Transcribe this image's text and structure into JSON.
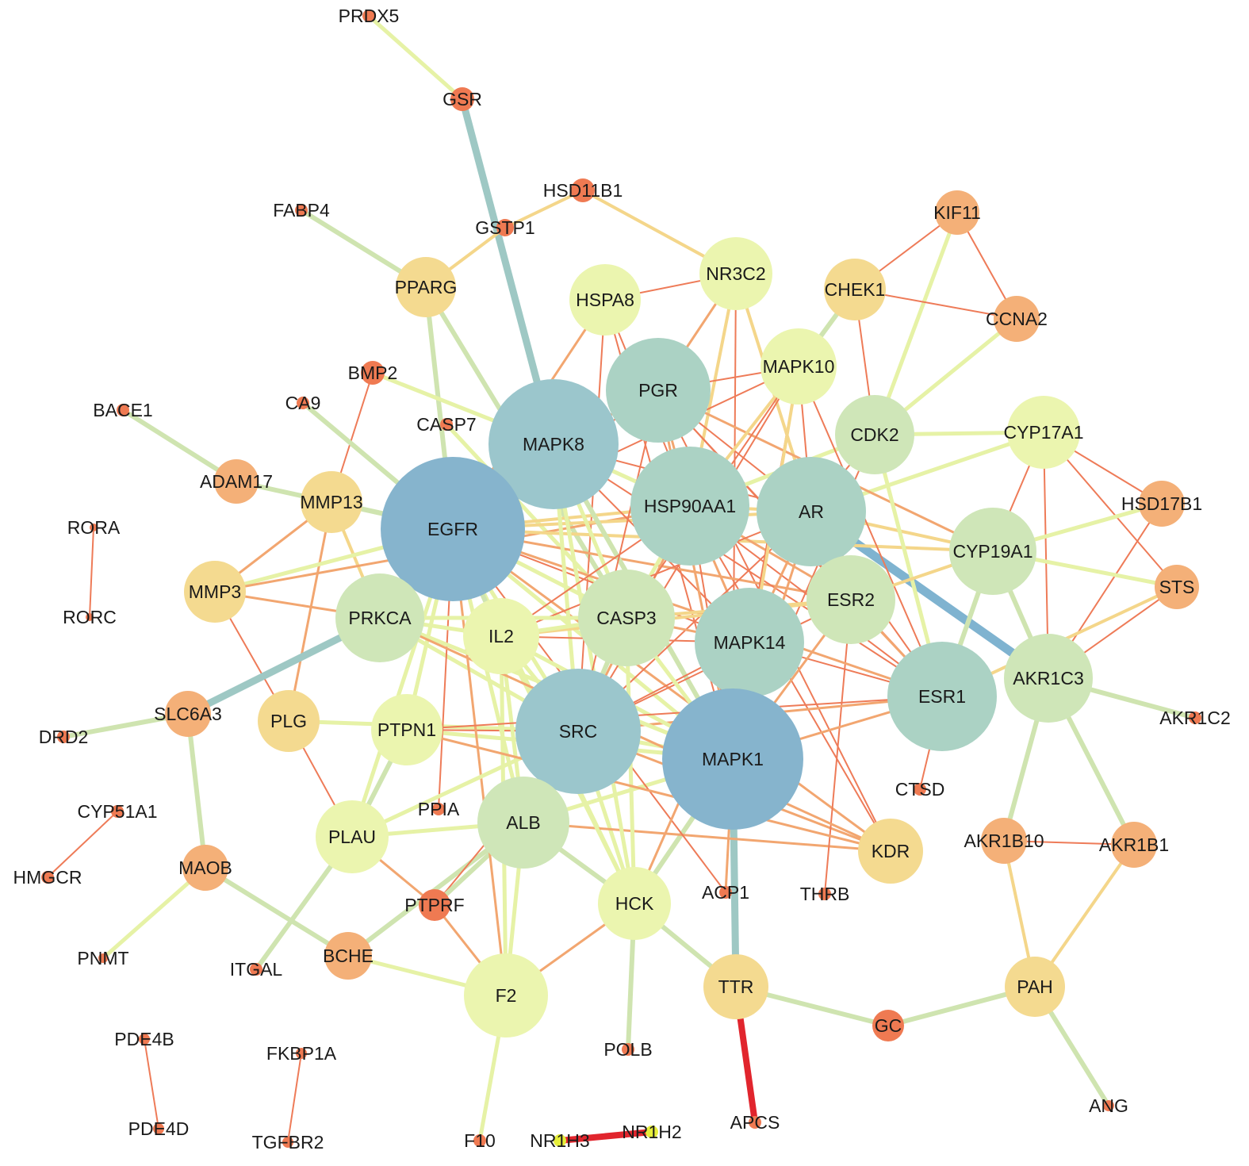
{
  "node_colors": {
    "blue": "#86b4cd",
    "steel": "#9bc6cc",
    "teal": "#abd2c4",
    "green": "#cfe6b8",
    "lime": "#ebf5af",
    "sand": "#f4da90",
    "orange": "#f4b078",
    "red": "#ef7a52",
    "yellow": "#e6ee3a"
  },
  "edge_colors": {
    "teal": "#9ec8c4",
    "blue": "#7fb3d0",
    "green": "#cfe4b0",
    "lime": "#e6f2a6",
    "yellow": "#f4d68a",
    "orange": "#f2a670",
    "red": "#ee7b58",
    "crimson": "#e1252d"
  },
  "nodes": [
    {
      "label": "PRDX5",
      "color": "red"
    },
    {
      "label": "GSR",
      "color": "red"
    },
    {
      "label": "HSD11B1",
      "color": "red"
    },
    {
      "label": "FABP4",
      "color": "red"
    },
    {
      "label": "GSTP1",
      "color": "red"
    },
    {
      "label": "KIF11",
      "color": "orange"
    },
    {
      "label": "PPARG",
      "color": "sand"
    },
    {
      "label": "NR3C2",
      "color": "lime"
    },
    {
      "label": "HSPA8",
      "color": "lime"
    },
    {
      "label": "CHEK1",
      "color": "sand"
    },
    {
      "label": "CCNA2",
      "color": "orange"
    },
    {
      "label": "BMP2",
      "color": "red"
    },
    {
      "label": "MAPK10",
      "color": "lime"
    },
    {
      "label": "PGR",
      "color": "teal"
    },
    {
      "label": "BACE1",
      "color": "red"
    },
    {
      "label": "CA9",
      "color": "red"
    },
    {
      "label": "CASP7",
      "color": "red"
    },
    {
      "label": "CDK2",
      "color": "green"
    },
    {
      "label": "CYP17A1",
      "color": "lime"
    },
    {
      "label": "MAPK8",
      "color": "steel"
    },
    {
      "label": "ADAM17",
      "color": "orange"
    },
    {
      "label": "MMP13",
      "color": "sand"
    },
    {
      "label": "EGFR",
      "color": "blue"
    },
    {
      "label": "HSP90AA1",
      "color": "teal"
    },
    {
      "label": "AR",
      "color": "teal"
    },
    {
      "label": "HSD17B1",
      "color": "orange"
    },
    {
      "label": "RORA",
      "color": "red"
    },
    {
      "label": "CYP19A1",
      "color": "green"
    },
    {
      "label": "MMP3",
      "color": "sand"
    },
    {
      "label": "STS",
      "color": "orange"
    },
    {
      "label": "ESR2",
      "color": "green"
    },
    {
      "label": "PRKCA",
      "color": "green"
    },
    {
      "label": "IL2",
      "color": "lime"
    },
    {
      "label": "CASP3",
      "color": "green"
    },
    {
      "label": "RORC",
      "color": "red"
    },
    {
      "label": "MAPK14",
      "color": "teal"
    },
    {
      "label": "AKR1C3",
      "color": "green"
    },
    {
      "label": "ESR1",
      "color": "teal"
    },
    {
      "label": "SLC6A3",
      "color": "orange"
    },
    {
      "label": "PLG",
      "color": "sand"
    },
    {
      "label": "PTPN1",
      "color": "lime"
    },
    {
      "label": "SRC",
      "color": "steel"
    },
    {
      "label": "AKR1C2",
      "color": "red"
    },
    {
      "label": "DRD2",
      "color": "red"
    },
    {
      "label": "MAPK1",
      "color": "blue"
    },
    {
      "label": "CTSD",
      "color": "red"
    },
    {
      "label": "CYP51A1",
      "color": "red"
    },
    {
      "label": "PPIA",
      "color": "red"
    },
    {
      "label": "ALB",
      "color": "green"
    },
    {
      "label": "PLAU",
      "color": "lime"
    },
    {
      "label": "KDR",
      "color": "sand"
    },
    {
      "label": "AKR1B10",
      "color": "orange"
    },
    {
      "label": "AKR1B1",
      "color": "orange"
    },
    {
      "label": "HMGCR",
      "color": "red"
    },
    {
      "label": "MAOB",
      "color": "orange"
    },
    {
      "label": "ACP1",
      "color": "red"
    },
    {
      "label": "THRB",
      "color": "red"
    },
    {
      "label": "PTPRF",
      "color": "red"
    },
    {
      "label": "HCK",
      "color": "lime"
    },
    {
      "label": "BCHE",
      "color": "orange"
    },
    {
      "label": "PNMT",
      "color": "red"
    },
    {
      "label": "ITGAL",
      "color": "red"
    },
    {
      "label": "TTR",
      "color": "sand"
    },
    {
      "label": "PAH",
      "color": "sand"
    },
    {
      "label": "F2",
      "color": "lime"
    },
    {
      "label": "GC",
      "color": "red"
    },
    {
      "label": "PDE4B",
      "color": "red"
    },
    {
      "label": "FKBP1A",
      "color": "red"
    },
    {
      "label": "POLB",
      "color": "red"
    },
    {
      "label": "APCS",
      "color": "red"
    },
    {
      "label": "PDE4D",
      "color": "red"
    },
    {
      "label": "TGFBR2",
      "color": "red"
    },
    {
      "label": "F10",
      "color": "red"
    },
    {
      "label": "NR1H3",
      "color": "yellow"
    },
    {
      "label": "NR1H2",
      "color": "yellow"
    },
    {
      "label": "ANG",
      "color": "red"
    }
  ],
  "edges": [
    [
      "PRDX5",
      "GSR",
      "lime"
    ],
    [
      "GSR",
      "MAPK8",
      "teal"
    ],
    [
      "GSTP1",
      "PPARG",
      "yellow"
    ],
    [
      "GSTP1",
      "HSD11B1",
      "yellow"
    ],
    [
      "HSD11B1",
      "NR3C2",
      "yellow"
    ],
    [
      "FABP4",
      "PPARG",
      "green"
    ],
    [
      "PPARG",
      "EGFR",
      "green"
    ],
    [
      "PPARG",
      "CASP3",
      "green"
    ],
    [
      "HSPA8",
      "NR3C2",
      "red"
    ],
    [
      "HSPA8",
      "HSP90AA1",
      "red"
    ],
    [
      "HSPA8",
      "EGFR",
      "orange"
    ],
    [
      "HSPA8",
      "MAPK1",
      "red"
    ],
    [
      "HSPA8",
      "SRC",
      "red"
    ],
    [
      "NR3C2",
      "PGR",
      "orange"
    ],
    [
      "NR3C2",
      "AR",
      "yellow"
    ],
    [
      "NR3C2",
      "HSP90AA1",
      "yellow"
    ],
    [
      "NR3C2",
      "MAPK1",
      "red"
    ],
    [
      "KIF11",
      "CHEK1",
      "red"
    ],
    [
      "KIF11",
      "CCNA2",
      "red"
    ],
    [
      "KIF11",
      "CDK2",
      "lime"
    ],
    [
      "CHEK1",
      "CCNA2",
      "red"
    ],
    [
      "CHEK1",
      "CDK2",
      "red"
    ],
    [
      "CHEK1",
      "MAPK10",
      "green"
    ],
    [
      "CCNA2",
      "CDK2",
      "lime"
    ],
    [
      "BMP2",
      "MMP13",
      "red"
    ],
    [
      "BMP2",
      "MAPK8",
      "lime"
    ],
    [
      "BACE1",
      "ADAM17",
      "green"
    ],
    [
      "CA9",
      "EGFR",
      "green"
    ],
    [
      "CASP7",
      "CASP3",
      "lime"
    ],
    [
      "ADAM17",
      "EGFR",
      "green"
    ],
    [
      "MMP13",
      "EGFR",
      "green"
    ],
    [
      "MMP13",
      "MMP3",
      "orange"
    ],
    [
      "MMP13",
      "PLG",
      "orange"
    ],
    [
      "MMP13",
      "PRKCA",
      "yellow"
    ],
    [
      "MMP3",
      "EGFR",
      "lime"
    ],
    [
      "MMP3",
      "PRKCA",
      "orange"
    ],
    [
      "MMP3",
      "PLG",
      "red"
    ],
    [
      "MMP3",
      "HSP90AA1",
      "orange"
    ],
    [
      "PRKCA",
      "SLC6A3",
      "teal"
    ],
    [
      "PRKCA",
      "EGFR",
      "green"
    ],
    [
      "PRKCA",
      "SRC",
      "lime"
    ],
    [
      "PRKCA",
      "MAPK1",
      "lime"
    ],
    [
      "PRKCA",
      "MAPK8",
      "lime"
    ],
    [
      "SLC6A3",
      "DRD2",
      "green"
    ],
    [
      "SLC6A3",
      "MAOB",
      "green"
    ],
    [
      "MAOB",
      "PNMT",
      "lime"
    ],
    [
      "MAOB",
      "BCHE",
      "green"
    ],
    [
      "BCHE",
      "ALB",
      "green"
    ],
    [
      "BCHE",
      "F2",
      "lime"
    ],
    [
      "PLG",
      "PLAU",
      "red"
    ],
    [
      "PLG",
      "SRC",
      "lime"
    ],
    [
      "PLAU",
      "ITGAL",
      "green"
    ],
    [
      "PLAU",
      "PTPRF",
      "orange"
    ],
    [
      "PLAU",
      "EGFR",
      "lime"
    ],
    [
      "PLAU",
      "ALB",
      "lime"
    ],
    [
      "PTPN1",
      "SRC",
      "red"
    ],
    [
      "PTPN1",
      "EGFR",
      "lime"
    ],
    [
      "PTPN1",
      "PLAU",
      "green"
    ],
    [
      "PTPN1",
      "MAPK1",
      "lime"
    ],
    [
      "PPIA",
      "EGFR",
      "red"
    ],
    [
      "PTPRF",
      "SRC",
      "red"
    ],
    [
      "PTPRF",
      "F2",
      "orange"
    ],
    [
      "PTPRF",
      "ALB",
      "green"
    ],
    [
      "CYP51A1",
      "HMGCR",
      "red"
    ],
    [
      "RORA",
      "RORC",
      "red"
    ],
    [
      "PDE4B",
      "PDE4D",
      "red"
    ],
    [
      "FKBP1A",
      "TGFBR2",
      "red"
    ],
    [
      "NR1H3",
      "NR1H2",
      "crimson"
    ],
    [
      "TTR",
      "APCS",
      "crimson"
    ],
    [
      "TTR",
      "MAPK1",
      "teal"
    ],
    [
      "TTR",
      "GC",
      "green"
    ],
    [
      "GC",
      "PAH",
      "green"
    ],
    [
      "PAH",
      "AKR1B10",
      "yellow"
    ],
    [
      "PAH",
      "AKR1B1",
      "yellow"
    ],
    [
      "PAH",
      "ANG",
      "green"
    ],
    [
      "AKR1B10",
      "AKR1B1",
      "red"
    ],
    [
      "AKR1B10",
      "AKR1C3",
      "green"
    ],
    [
      "AKR1B1",
      "AKR1C3",
      "green"
    ],
    [
      "AKR1C3",
      "AKR1C2",
      "green"
    ],
    [
      "AKR1C3",
      "CYP17A1",
      "red"
    ],
    [
      "AKR1C3",
      "HSD17B1",
      "red"
    ],
    [
      "AKR1C3",
      "STS",
      "red"
    ],
    [
      "AKR1C3",
      "CYP19A1",
      "green"
    ],
    [
      "AKR1C3",
      "AR",
      "blue"
    ],
    [
      "CYP17A1",
      "HSD17B1",
      "red"
    ],
    [
      "CYP17A1",
      "STS",
      "red"
    ],
    [
      "CYP17A1",
      "CYP19A1",
      "red"
    ],
    [
      "CYP17A1",
      "AR",
      "lime"
    ],
    [
      "HSD17B1",
      "CYP19A1",
      "lime"
    ],
    [
      "STS",
      "CYP19A1",
      "lime"
    ],
    [
      "STS",
      "ESR1",
      "yellow"
    ],
    [
      "ESR1",
      "CTSD",
      "red"
    ],
    [
      "F2",
      "F10",
      "lime"
    ],
    [
      "F2",
      "HCK",
      "orange"
    ],
    [
      "F2",
      "ALB",
      "lime"
    ],
    [
      "F2",
      "EGFR",
      "orange"
    ],
    [
      "HCK",
      "POLB",
      "green"
    ],
    [
      "HCK",
      "SRC",
      "lime"
    ],
    [
      "HCK",
      "TTR",
      "green"
    ],
    [
      "HCK",
      "ALB",
      "green"
    ],
    [
      "HCK",
      "EGFR",
      "lime"
    ],
    [
      "HCK",
      "MAPK1",
      "green"
    ],
    [
      "ALB",
      "KDR",
      "orange"
    ],
    [
      "ALB",
      "MAPK1",
      "lime"
    ],
    [
      "ALB",
      "EGFR",
      "lime"
    ],
    [
      "ALB",
      "IL2",
      "lime"
    ],
    [
      "KDR",
      "EGFR",
      "orange"
    ],
    [
      "KDR",
      "HSP90AA1",
      "red"
    ],
    [
      "KDR",
      "SRC",
      "orange"
    ],
    [
      "KDR",
      "PGR",
      "red"
    ],
    [
      "THRB",
      "ESR2",
      "red"
    ],
    [
      "ACP1",
      "MAPK1",
      "orange"
    ],
    [
      "ACP1",
      "EGFR",
      "red"
    ],
    [
      "EGFR",
      "MAPK8",
      "green"
    ],
    [
      "EGFR",
      "HSP90AA1",
      "yellow"
    ],
    [
      "EGFR",
      "PGR",
      "red"
    ],
    [
      "EGFR",
      "AR",
      "yellow"
    ],
    [
      "EGFR",
      "ESR1",
      "orange"
    ],
    [
      "EGFR",
      "ESR2",
      "orange"
    ],
    [
      "EGFR",
      "MAPK14",
      "red"
    ],
    [
      "EGFR",
      "MAPK1",
      "lime"
    ],
    [
      "EGFR",
      "SRC",
      "lime"
    ],
    [
      "EGFR",
      "CASP3",
      "lime"
    ],
    [
      "EGFR",
      "IL2",
      "green"
    ],
    [
      "EGFR",
      "CYP19A1",
      "yellow"
    ],
    [
      "EGFR",
      "MAPK10",
      "red"
    ],
    [
      "MAPK8",
      "PGR",
      "orange"
    ],
    [
      "MAPK8",
      "HSP90AA1",
      "lime"
    ],
    [
      "MAPK8",
      "AR",
      "red"
    ],
    [
      "MAPK8",
      "MAPK14",
      "red"
    ],
    [
      "MAPK8",
      "MAPK1",
      "green"
    ],
    [
      "MAPK8",
      "SRC",
      "lime"
    ],
    [
      "MAPK8",
      "CASP3",
      "lime"
    ],
    [
      "MAPK8",
      "ESR1",
      "red"
    ],
    [
      "MAPK8",
      "HCK",
      "lime"
    ],
    [
      "PGR",
      "HSP90AA1",
      "orange"
    ],
    [
      "PGR",
      "AR",
      "red"
    ],
    [
      "PGR",
      "ESR1",
      "red"
    ],
    [
      "PGR",
      "ESR2",
      "red"
    ],
    [
      "PGR",
      "MAPK10",
      "red"
    ],
    [
      "PGR",
      "SRC",
      "red"
    ],
    [
      "PGR",
      "MAPK1",
      "orange"
    ],
    [
      "PGR",
      "CYP19A1",
      "orange"
    ],
    [
      "HSP90AA1",
      "AR",
      "yellow"
    ],
    [
      "HSP90AA1",
      "ESR1",
      "red"
    ],
    [
      "HSP90AA1",
      "ESR2",
      "orange"
    ],
    [
      "HSP90AA1",
      "MAPK14",
      "orange"
    ],
    [
      "HSP90AA1",
      "MAPK1",
      "red"
    ],
    [
      "HSP90AA1",
      "SRC",
      "orange"
    ],
    [
      "HSP90AA1",
      "CASP3",
      "lime"
    ],
    [
      "HSP90AA1",
      "IL2",
      "red"
    ],
    [
      "HSP90AA1",
      "CDK2",
      "lime"
    ],
    [
      "HSP90AA1",
      "MAPK10",
      "yellow"
    ],
    [
      "AR",
      "ESR1",
      "red"
    ],
    [
      "AR",
      "ESR2",
      "yellow"
    ],
    [
      "AR",
      "MAPK14",
      "orange"
    ],
    [
      "AR",
      "MAPK1",
      "orange"
    ],
    [
      "AR",
      "SRC",
      "red"
    ],
    [
      "AR",
      "CYP19A1",
      "yellow"
    ],
    [
      "AR",
      "CDK2",
      "red"
    ],
    [
      "AR",
      "MAPK10",
      "red"
    ],
    [
      "AR",
      "IL2",
      "red"
    ],
    [
      "MAPK10",
      "MAPK14",
      "red"
    ],
    [
      "MAPK10",
      "MAPK1",
      "yellow"
    ],
    [
      "MAPK10",
      "SRC",
      "red"
    ],
    [
      "MAPK10",
      "ESR1",
      "red"
    ],
    [
      "MAPK10",
      "CASP3",
      "red"
    ],
    [
      "CDK2",
      "ESR1",
      "lime"
    ],
    [
      "CDK2",
      "CYP17A1",
      "lime"
    ],
    [
      "CDK2",
      "MAPK1",
      "red"
    ],
    [
      "ESR1",
      "ESR2",
      "orange"
    ],
    [
      "ESR1",
      "MAPK1",
      "orange"
    ],
    [
      "ESR1",
      "SRC",
      "orange"
    ],
    [
      "ESR1",
      "MAPK14",
      "red"
    ],
    [
      "ESR1",
      "CYP19A1",
      "green"
    ],
    [
      "ESR2",
      "CYP19A1",
      "yellow"
    ],
    [
      "ESR2",
      "MAPK1",
      "orange"
    ],
    [
      "ESR2",
      "SRC",
      "red"
    ],
    [
      "ESR2",
      "CASP3",
      "yellow"
    ],
    [
      "ESR2",
      "IL2",
      "yellow"
    ],
    [
      "MAPK14",
      "MAPK1",
      "yellow"
    ],
    [
      "MAPK14",
      "SRC",
      "red"
    ],
    [
      "MAPK14",
      "CASP3",
      "orange"
    ],
    [
      "MAPK14",
      "IL2",
      "red"
    ],
    [
      "MAPK14",
      "HCK",
      "orange"
    ],
    [
      "MAPK1",
      "SRC",
      "lime"
    ],
    [
      "MAPK1",
      "CASP3",
      "lime"
    ],
    [
      "MAPK1",
      "IL2",
      "lime"
    ],
    [
      "MAPK1",
      "PRKCA",
      "lime"
    ],
    [
      "SRC",
      "CASP3",
      "green"
    ],
    [
      "SRC",
      "IL2",
      "lime"
    ],
    [
      "CASP3",
      "IL2",
      "lime"
    ],
    [
      "CASP3",
      "PRKCA",
      "lime"
    ],
    [
      "IL2",
      "PRKCA",
      "lime"
    ],
    [
      "IL2",
      "F2",
      "lime"
    ],
    [
      "IL2",
      "HCK",
      "lime"
    ],
    [
      "CASP3",
      "HCK",
      "lime"
    ],
    [
      "SRC",
      "PLAU",
      "lime"
    ],
    [
      "PRKCA",
      "KDR",
      "orange"
    ],
    [
      "PTPN1",
      "KDR",
      "orange"
    ],
    [
      "PTPN1",
      "ESR1",
      "red"
    ]
  ]
}
